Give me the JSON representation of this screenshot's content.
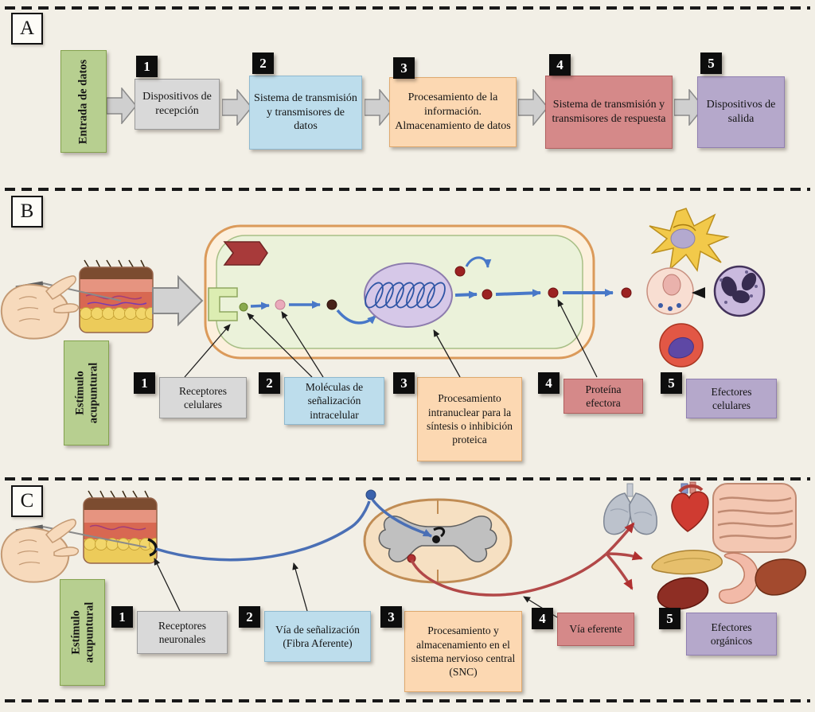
{
  "figure": {
    "panels": [
      {
        "letter": "A",
        "source_label": "Entrada de datos",
        "steps": [
          {
            "num": "1",
            "label": "Dispositivos de recepción"
          },
          {
            "num": "2",
            "label": "Sistema de transmisión y transmisores de datos"
          },
          {
            "num": "3",
            "label": "Procesamiento de la información. Almacenamiento de datos"
          },
          {
            "num": "4",
            "label": "Sistema de transmisión y transmisores de respuesta"
          },
          {
            "num": "5",
            "label": "Dispositivos de salida"
          }
        ]
      },
      {
        "letter": "B",
        "source_label": "Estímulo acupuntural",
        "steps": [
          {
            "num": "1",
            "label": "Receptores celulares"
          },
          {
            "num": "2",
            "label": "Moléculas de señalización intracelular"
          },
          {
            "num": "3",
            "label": "Procesamiento intranuclear para la síntesis o inhibición proteica"
          },
          {
            "num": "4",
            "label": "Proteína efectora"
          },
          {
            "num": "5",
            "label": "Efectores celulares"
          }
        ]
      },
      {
        "letter": "C",
        "source_label": "Estímulo acupuntural",
        "steps": [
          {
            "num": "1",
            "label": "Receptores neuronales"
          },
          {
            "num": "2",
            "label": "Vía de señalización (Fibra Aferente)"
          },
          {
            "num": "3",
            "label": "Procesamiento y almacenamiento en el sistema nervioso central (SNC)"
          },
          {
            "num": "4",
            "label": "Vía eferente"
          },
          {
            "num": "5",
            "label": "Efectores orgánicos"
          }
        ]
      }
    ],
    "colors": {
      "background": "#f2efe6",
      "step1_gray": "#d9d9d9",
      "step2_blue": "#bdddec",
      "step3_orange": "#fcd8b2",
      "step4_red": "#d58989",
      "step5_purple": "#b5a8cb",
      "source_green": "#b7cf90",
      "number_black": "#0d0d0d",
      "letter_white": "#fdfcf7"
    }
  }
}
